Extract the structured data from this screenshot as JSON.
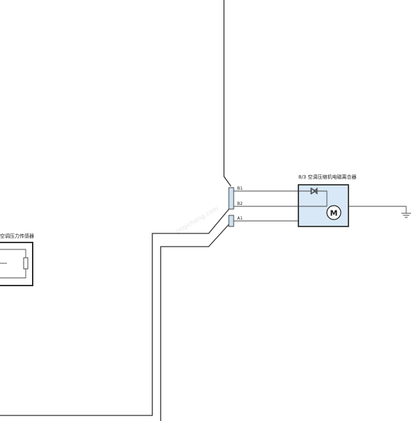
{
  "components": {
    "clutch": {
      "label": "8/3 空调压缩机电磁离合器",
      "motor_symbol": "M",
      "fill_color": "#d8e8f6"
    },
    "sensor": {
      "label": "空调压力传感器"
    }
  },
  "connector": {
    "pins": [
      {
        "id": "B1"
      },
      {
        "id": "B2"
      },
      {
        "id": "A1"
      }
    ],
    "fill_color": "#cfe1f3"
  },
  "watermark": "jinqicheng.com",
  "colors": {
    "wire": "#2b2b2b",
    "component_border": "#1a1a1a"
  }
}
